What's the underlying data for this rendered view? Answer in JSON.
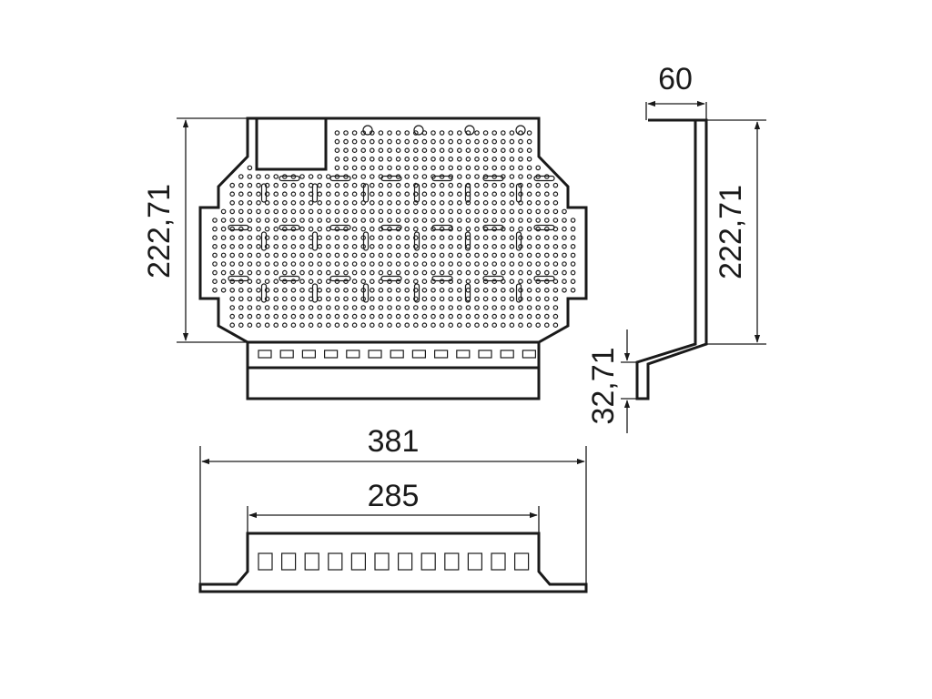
{
  "dimensions": {
    "plate_height_left": "222,71",
    "side_height_right": "222,71",
    "flange_width_top": "60",
    "flange_height": "32,71",
    "overall_width": "381",
    "inner_width": "285"
  },
  "colors": {
    "line": "#1a1a1a",
    "background": "#ffffff"
  }
}
